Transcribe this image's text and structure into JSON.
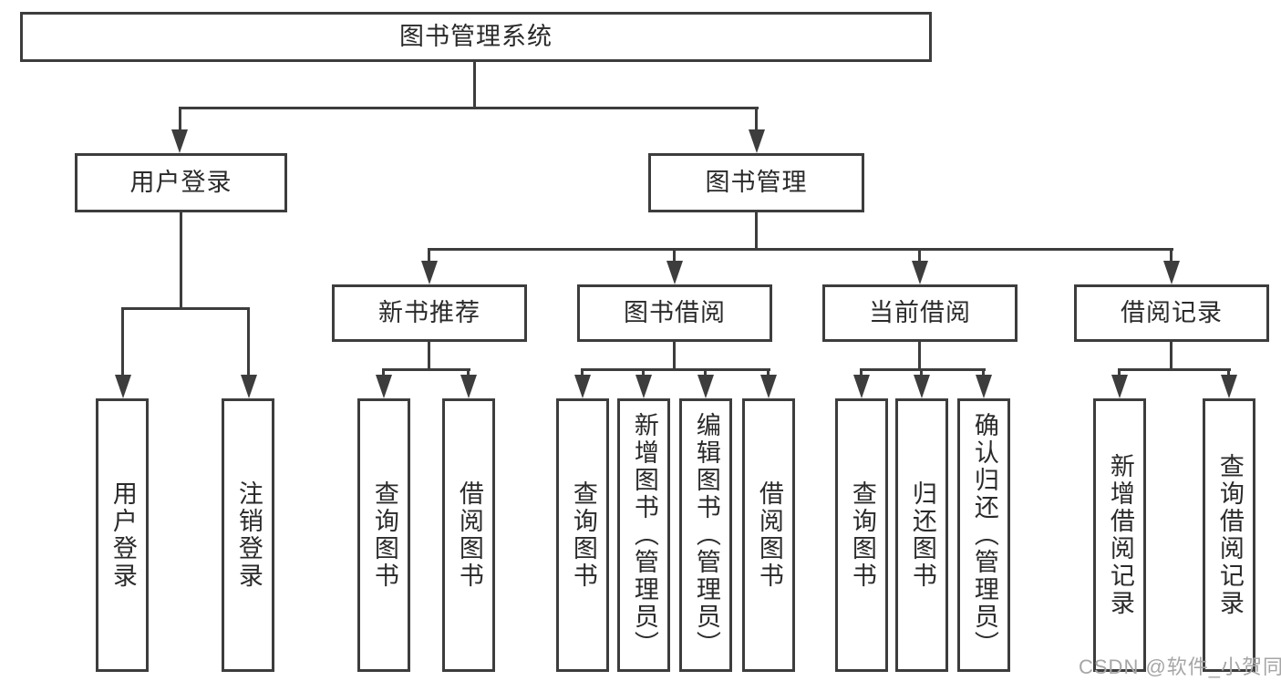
{
  "diagram": {
    "title": "图书管理系统",
    "children": [
      {
        "label": "用户登录",
        "children": [
          {
            "label": "用户登录"
          },
          {
            "label": "注销登录"
          }
        ]
      },
      {
        "label": "图书管理",
        "children": [
          {
            "label": "新书推荐",
            "children": [
              {
                "label": "查询图书"
              },
              {
                "label": "借阅图书"
              }
            ]
          },
          {
            "label": "图书借阅",
            "children": [
              {
                "label": "查询图书"
              },
              {
                "label": "新增图书（管理员）"
              },
              {
                "label": "编辑图书（管理员）"
              },
              {
                "label": "借阅图书"
              }
            ]
          },
          {
            "label": "当前借阅",
            "children": [
              {
                "label": "查询图书"
              },
              {
                "label": "归还图书"
              },
              {
                "label": "确认归还（管理员）"
              }
            ]
          },
          {
            "label": "借阅记录",
            "children": [
              {
                "label": "新增借阅记录"
              },
              {
                "label": "查询借阅记录"
              }
            ]
          }
        ]
      }
    ]
  },
  "colors": {
    "line": "#3d3d3d",
    "text": "#2a2a2a",
    "watermark": "#a6a6a6"
  },
  "watermark": "CSDN @软件_小贺同学"
}
